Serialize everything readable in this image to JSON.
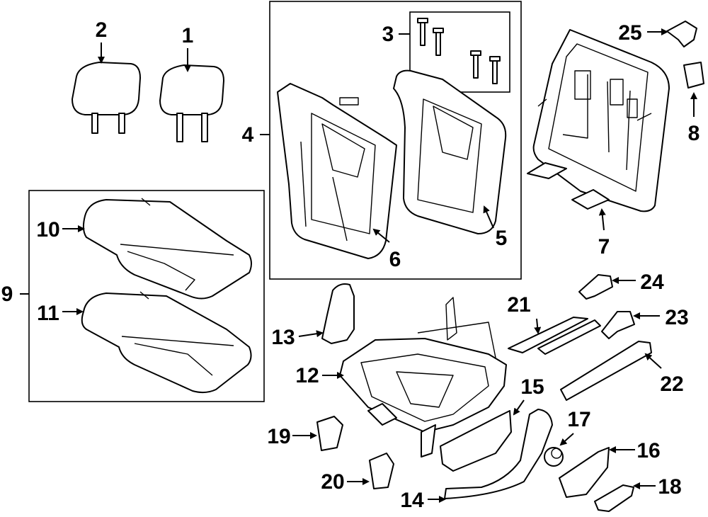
{
  "diagram": {
    "callouts": {
      "c1": "1",
      "c2": "2",
      "c3": "3",
      "c4": "4",
      "c5": "5",
      "c6": "6",
      "c7": "7",
      "c8": "8",
      "c9": "9",
      "c10": "10",
      "c11": "11",
      "c12": "12",
      "c13": "13",
      "c14": "14",
      "c15": "15",
      "c16": "16",
      "c17": "17",
      "c18": "18",
      "c19": "19",
      "c20": "20",
      "c21": "21",
      "c22": "22",
      "c23": "23",
      "c24": "24",
      "c25": "25"
    }
  }
}
